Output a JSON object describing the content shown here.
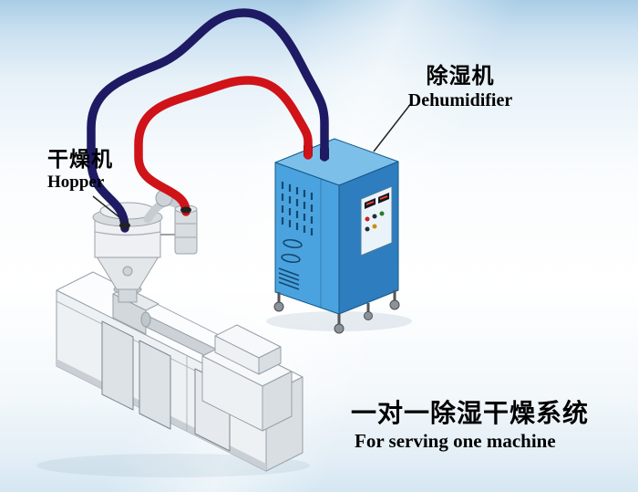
{
  "labels": {
    "hopper": {
      "zh": "干燥机",
      "en": "Hopper"
    },
    "dehumidifier": {
      "zh": "除湿机",
      "en": "Dehumidifier"
    }
  },
  "caption": {
    "zh": "一对一除湿干燥系统",
    "en": "For serving one machine"
  },
  "colors": {
    "pipe_red": "#cf1318",
    "pipe_navy": "#1e1a63",
    "cabinet_front": "#4aa3df",
    "cabinet_side": "#2e7dbf",
    "cabinet_top": "#7cc0ea",
    "machine_body": "#eef1f4"
  }
}
